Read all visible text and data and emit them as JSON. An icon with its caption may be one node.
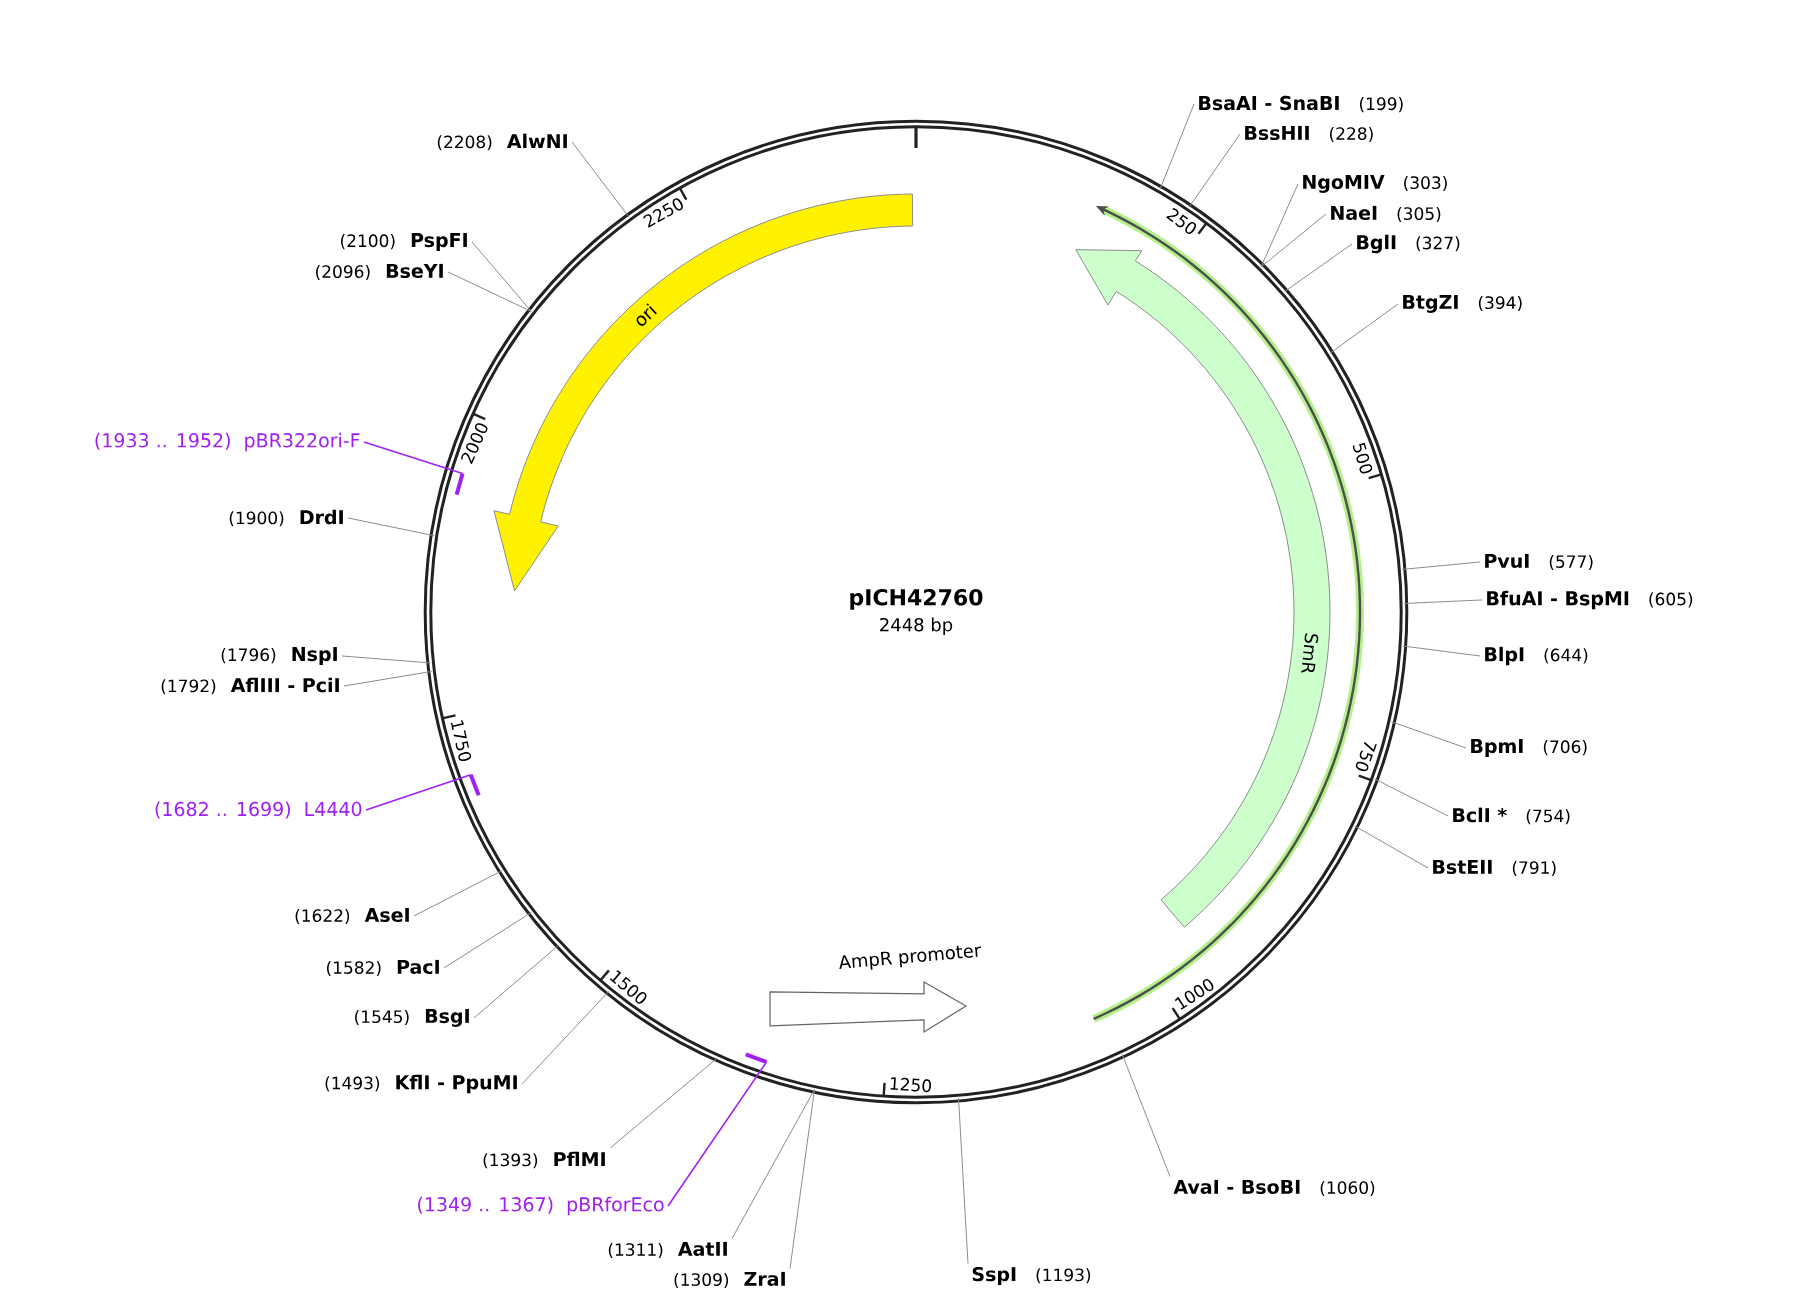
{
  "diagram": {
    "nodes": [
      {
        "text": [
          "pICH42760",
          "2448 bp"
        ]
      },
      {
        "text": [
          "ori"
        ],
        "in": 0
      },
      {
        "text": [
          "SmR"
        ],
        "in": 0
      },
      {
        "text": [
          "AmpR promoter"
        ],
        "in": 0
      },
      {
        "text": [
          "BsaAI - SnaBI",
          "(199)"
        ]
      },
      {
        "text": [
          "BssHII",
          "(228)"
        ]
      },
      {
        "text": [
          "NgoMIV",
          "(303)"
        ]
      },
      {
        "text": [
          "NaeI",
          "(305)"
        ]
      },
      {
        "text": [
          "BglI",
          "(327)"
        ]
      },
      {
        "text": [
          "BtgZI",
          "(394)"
        ]
      },
      {
        "text": [
          "PvuI",
          "(577)"
        ]
      },
      {
        "text": [
          "BfuAI - BspMI",
          "(605)"
        ]
      },
      {
        "text": [
          "BlpI",
          "(644)"
        ]
      },
      {
        "text": [
          "BpmI",
          "(706)"
        ]
      },
      {
        "text": [
          "BclI *",
          "(754)"
        ]
      },
      {
        "text": [
          "BstEII",
          "(791)"
        ]
      },
      {
        "text": [
          "AvaI - BsoBI",
          "(1060)"
        ]
      },
      {
        "text": [
          "SspI",
          "(1193)"
        ]
      },
      {
        "text": [
          "(1309)",
          "ZraI"
        ]
      },
      {
        "text": [
          "(1311)",
          "AatII"
        ]
      },
      {
        "text": [
          "(1393)",
          "PflMI"
        ]
      },
      {
        "text": [
          "(1493)",
          "KflI - PpuMI"
        ]
      },
      {
        "text": [
          "(1545)",
          "BsgI"
        ]
      },
      {
        "text": [
          "(1582)",
          "PacI"
        ]
      },
      {
        "text": [
          "(1622)",
          "AseI"
        ]
      },
      {
        "text": [
          "(1792)",
          "AflIII - PciI"
        ]
      },
      {
        "text": [
          "(1796)",
          "NspI"
        ]
      },
      {
        "text": [
          "(1900)",
          "DrdI"
        ]
      },
      {
        "text": [
          "(2096)",
          "BseYI"
        ]
      },
      {
        "text": [
          "(2100)",
          "PspFI"
        ]
      },
      {
        "text": [
          "(2208)",
          "AlwNI"
        ]
      },
      {
        "text": [
          "(1349 .. 1367)",
          "pBRforEco"
        ]
      },
      {
        "text": [
          "(1682 .. 1699)",
          "L4440"
        ]
      },
      {
        "text": [
          "(1933 .. 1952)",
          "pBR322ori-F"
        ]
      },
      {
        "text": [],
        "shape": "bar",
        "in": 0
      },
      {
        "text": [],
        "shape": "bar",
        "in": 0
      },
      {
        "text": [],
        "shape": "bar",
        "in": 0
      }
    ],
    "edges": [
      {
        "from": 4,
        "to": 0,
        "arrow": "none"
      },
      {
        "from": 5,
        "to": 0,
        "arrow": "none"
      },
      {
        "from": 6,
        "to": 0,
        "arrow": "none"
      },
      {
        "from": 7,
        "to": 0,
        "arrow": "none"
      },
      {
        "from": 8,
        "to": 0,
        "arrow": "none"
      },
      {
        "from": 9,
        "to": 0,
        "arrow": "none"
      },
      {
        "from": 10,
        "to": 0,
        "arrow": "none"
      },
      {
        "from": 11,
        "to": 0,
        "arrow": "none"
      },
      {
        "from": 12,
        "to": 0,
        "arrow": "none"
      },
      {
        "from": 13,
        "to": 0,
        "arrow": "none"
      },
      {
        "from": 14,
        "to": 0,
        "arrow": "none"
      },
      {
        "from": 15,
        "to": 0,
        "arrow": "none"
      },
      {
        "from": 16,
        "to": 0,
        "arrow": "none"
      },
      {
        "from": 17,
        "to": 0,
        "arrow": "none"
      },
      {
        "from": 18,
        "to": 0,
        "arrow": "none"
      },
      {
        "from": 19,
        "to": 0,
        "arrow": "none"
      },
      {
        "from": 20,
        "to": 0,
        "arrow": "none"
      },
      {
        "from": 21,
        "to": 0,
        "arrow": "none"
      },
      {
        "from": 22,
        "to": 0,
        "arrow": "none"
      },
      {
        "from": 23,
        "to": 0,
        "arrow": "none"
      },
      {
        "from": 24,
        "to": 0,
        "arrow": "none"
      },
      {
        "from": 25,
        "to": 0,
        "arrow": "none"
      },
      {
        "from": 26,
        "to": 0,
        "arrow": "none"
      },
      {
        "from": 27,
        "to": 0,
        "arrow": "none"
      },
      {
        "from": 28,
        "to": 0,
        "arrow": "none"
      },
      {
        "from": 29,
        "to": 0,
        "arrow": "none"
      },
      {
        "from": 30,
        "to": 0,
        "arrow": "none"
      },
      {
        "from": 31,
        "to": 34,
        "arrow": "none",
        "color": "#a020f0"
      },
      {
        "from": 32,
        "to": 35,
        "arrow": "none",
        "color": "#a020f0"
      },
      {
        "from": 33,
        "to": 36,
        "arrow": "none",
        "color": "#a020f0"
      }
    ],
    "labels": [
      "250",
      "500",
      "750",
      "1000",
      "1250",
      "1500",
      "1750",
      "2000",
      "2250"
    ]
  }
}
